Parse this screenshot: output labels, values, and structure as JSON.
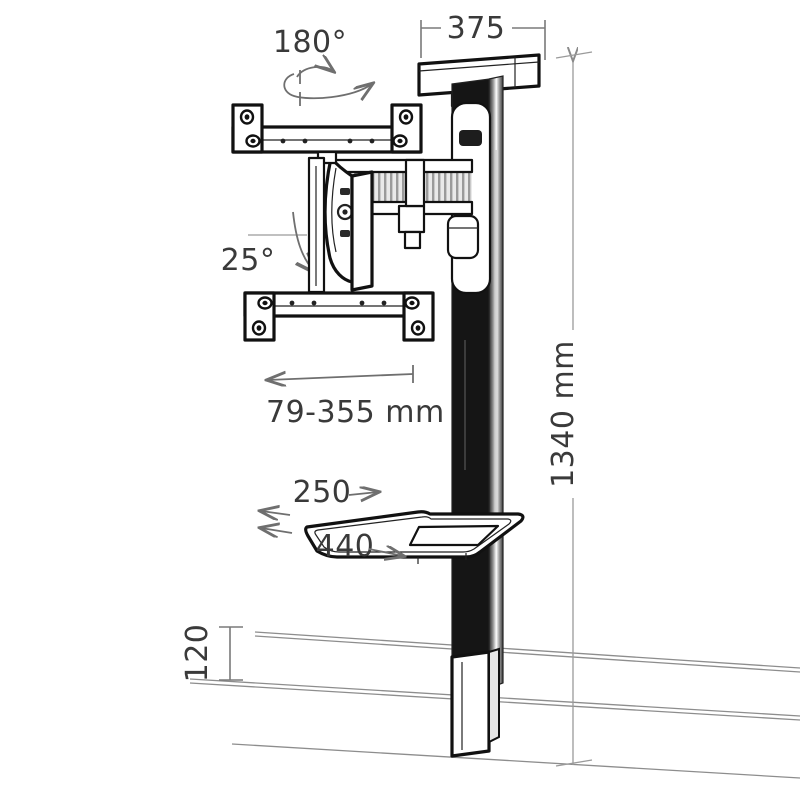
{
  "diagram": {
    "title": "TV wall mount bracket dimensional drawing",
    "product": "articulating wall mount with shelf",
    "units": "mm"
  },
  "annotations": {
    "swivel": {
      "label": "180°",
      "icon": "swivel-rotation-arrow",
      "axis": "vertical-dashed-axis"
    },
    "tilt": {
      "label": "25°",
      "icon": "tilt-curved-arrow"
    },
    "extension": {
      "label": "79-355 mm",
      "icon": "left-arrow"
    },
    "depth_top": {
      "label": "375"
    },
    "height_total": {
      "label": "1340 mm"
    },
    "shelf_depth": {
      "label": "250"
    },
    "shelf_width": {
      "label": "440"
    },
    "base_height": {
      "label": "120"
    }
  },
  "colors": {
    "outline": "#111111",
    "column_dark": "#151515",
    "dimension_gray": "#7a7a7a",
    "text_gray": "#3a3a3a",
    "panel_light": "#f2f2f2",
    "background": "#ffffff"
  },
  "parts": {
    "top_arm": "top-horizontal-arm",
    "column": "vertical-column-post",
    "wall_plate": "wall-mounting-plate",
    "upper_bracket_bar": "upper-vesa-bracket-bar",
    "lower_bracket_bar": "lower-vesa-bracket-bar",
    "extension_arm": "telescoping-extension-arm",
    "tilt_plate": "tilt-adjustment-plate",
    "shelf": "equipment-shelf",
    "base": "column-base-section",
    "floor": "floor-perspective-lines"
  }
}
